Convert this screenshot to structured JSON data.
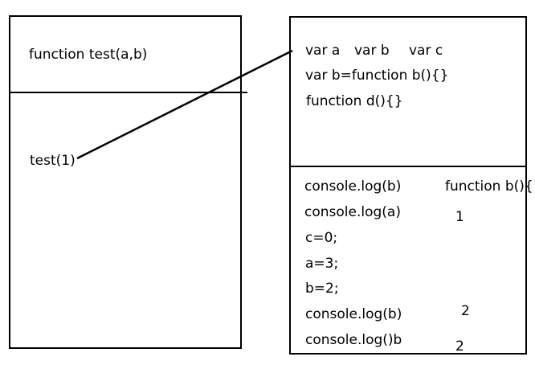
{
  "left_panel": {
    "header": "function test(a,b)",
    "call": "test(1)"
  },
  "right_panel": {
    "declarations": [
      "var a",
      "var b",
      "var c"
    ],
    "line2": "var b=function b(){}",
    "line3": "function d(){}",
    "statements": [
      {
        "code": "console.log(b)",
        "output": "function b(){}"
      },
      {
        "code": "console.log(a)",
        "output": "1"
      },
      {
        "code": "c=0;",
        "output": ""
      },
      {
        "code": "a=3;",
        "output": ""
      },
      {
        "code": "b=2;",
        "output": ""
      },
      {
        "code": "console.log(b)",
        "output": "2"
      },
      {
        "code": "console.log()b",
        "output": "2"
      }
    ]
  },
  "colors": {
    "ink": "#000000",
    "background": "#ffffff"
  }
}
